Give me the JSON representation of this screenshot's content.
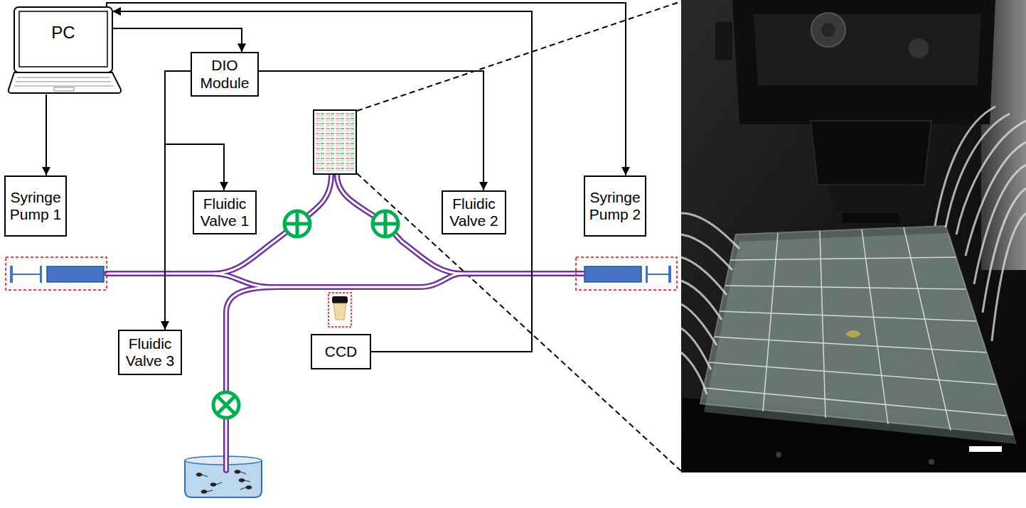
{
  "diagram": {
    "nodes": [
      {
        "text": [
          "PC"
        ]
      },
      {
        "text": [
          "DIO Module"
        ]
      },
      {
        "text": [
          "Syringe Pump 1"
        ]
      },
      {
        "text": [
          "Fluidic Valve 1"
        ]
      },
      {
        "text": [
          "Fluidic Valve 2"
        ]
      },
      {
        "text": [
          "Syringe Pump 2"
        ]
      },
      {
        "text": [
          "Fluidic Valve 3"
        ]
      },
      {
        "text": [
          "CCD"
        ]
      }
    ],
    "edges": [
      {
        "from": 0,
        "to": 2,
        "arrow": "to"
      },
      {
        "from": 0,
        "to": 1,
        "arrow": "to"
      },
      {
        "from": 0,
        "to": 5,
        "arrow": "to"
      },
      {
        "from": 7,
        "to": 0,
        "arrow": "to"
      },
      {
        "from": 1,
        "to": 3,
        "arrow": "to"
      },
      {
        "from": 1,
        "to": 4,
        "arrow": "to"
      },
      {
        "from": 1,
        "to": 6,
        "arrow": "to"
      }
    ]
  }
}
